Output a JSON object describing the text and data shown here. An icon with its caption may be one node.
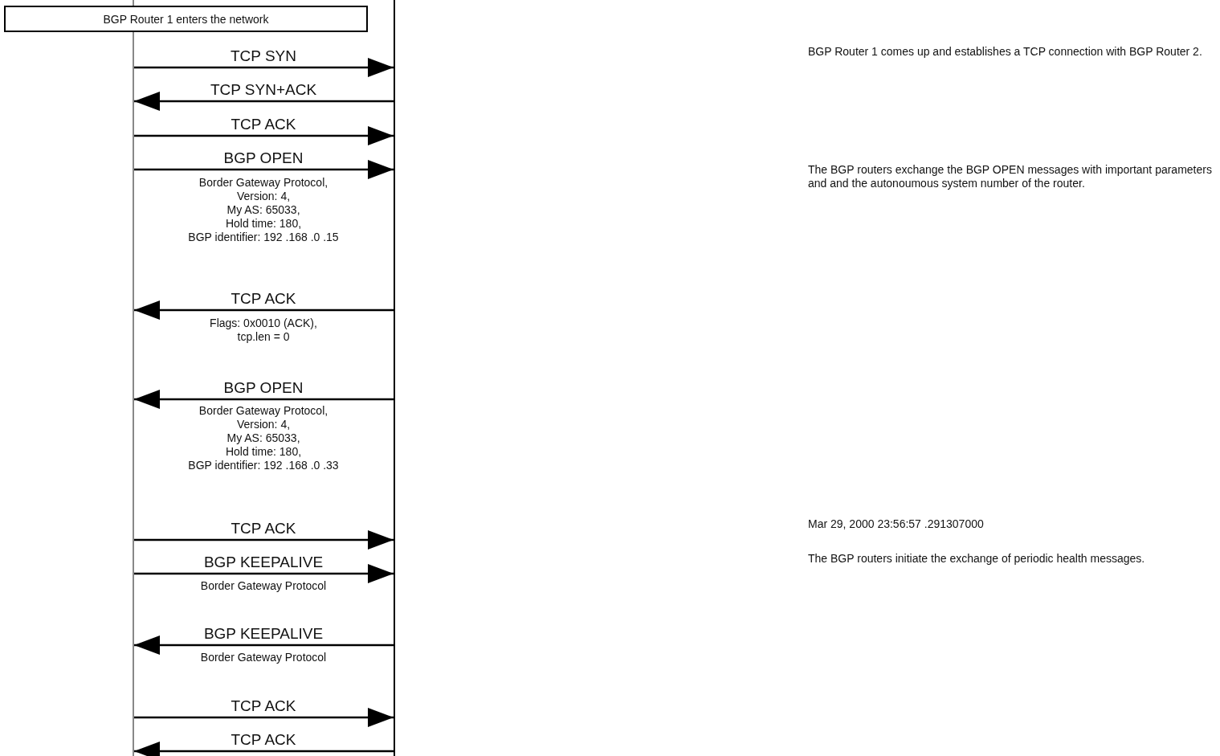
{
  "diagram": {
    "nodes": [
      {
        "text": [
          "BGP Router 1 enters the network"
        ]
      },
      {
        "text": [],
        "shape": "bar"
      },
      {
        "text": [],
        "shape": "bar"
      }
    ],
    "edges": [
      {
        "from": 1,
        "to": 2,
        "arrow": "to",
        "label": "TCP SYN"
      },
      {
        "from": 2,
        "to": 1,
        "arrow": "to",
        "label": "TCP SYN+ACK"
      },
      {
        "from": 1,
        "to": 2,
        "arrow": "to",
        "label": "TCP ACK"
      },
      {
        "from": 1,
        "to": 2,
        "arrow": "to",
        "label": "BGP OPEN"
      },
      {
        "from": 2,
        "to": 1,
        "arrow": "to",
        "label": "TCP ACK"
      },
      {
        "from": 2,
        "to": 1,
        "arrow": "to",
        "label": "BGP OPEN"
      },
      {
        "from": 1,
        "to": 2,
        "arrow": "to",
        "label": "TCP ACK"
      },
      {
        "from": 1,
        "to": 2,
        "arrow": "to",
        "label": "BGP KEEPALIVE"
      },
      {
        "from": 2,
        "to": 1,
        "arrow": "to",
        "label": "BGP KEEPALIVE"
      },
      {
        "from": 1,
        "to": 2,
        "arrow": "to",
        "label": "TCP ACK"
      },
      {
        "from": 2,
        "to": 1,
        "arrow": "to",
        "label": "TCP ACK"
      }
    ],
    "labels": [
      "BGP Router 1 comes up and establishes a TCP connection with BGP Router 2.",
      "The BGP routers exchange the BGP OPEN messages with important parameters and and the autonoumous system number of the router.",
      "Border Gateway Protocol, Version: 4, My AS: 65033, Hold time: 180, BGP identifier: 192 .168 .0 .15",
      "Flags: 0x0010 (ACK), tcp.len = 0",
      "Border Gateway Protocol, Version: 4, My AS: 65033, Hold time: 180, BGP identifier: 192 .168 .0 .33",
      "Mar 29, 2000 23:56:57 .291307000",
      "The BGP routers initiate the exchange of periodic health messages.",
      "Border Gateway Protocol",
      "Border Gateway Protocol"
    ]
  }
}
